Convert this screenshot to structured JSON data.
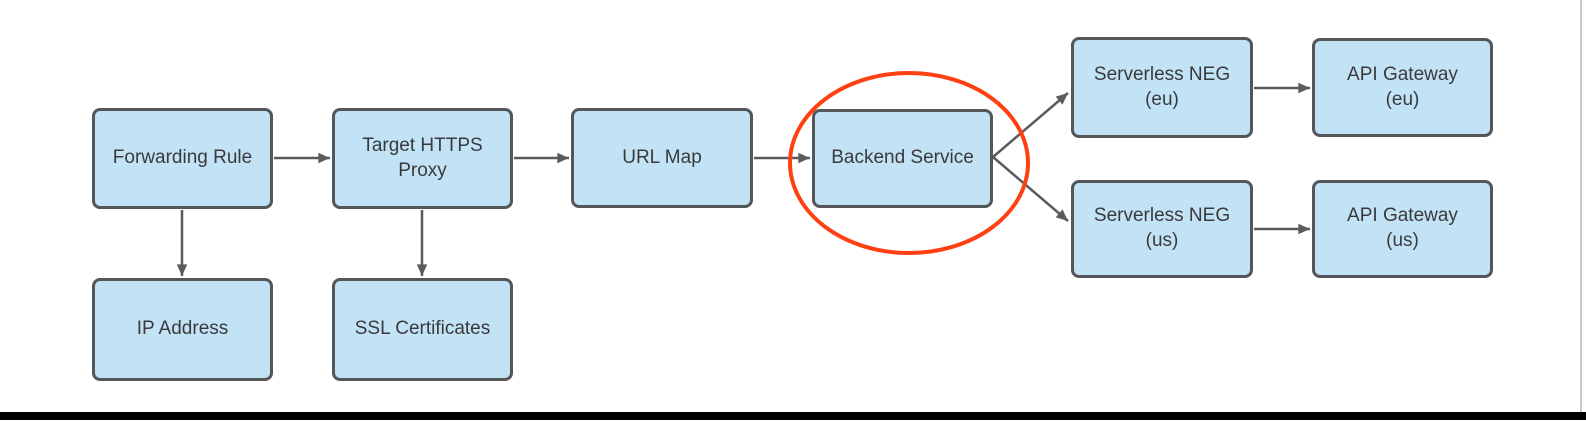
{
  "diagram": {
    "type": "flowchart",
    "colors": {
      "node_fill": "#C2E2F6",
      "node_border": "#55565A",
      "arrow": "#5A5B5D",
      "highlight_ellipse": "#FF4013",
      "text": "#3A3A3C",
      "bottom_bar": "#000000",
      "right_edge_line": "#C8C8C8"
    }
  },
  "nodes": {
    "forwarding_rule": {
      "label": "Forwarding Rule"
    },
    "target_https_proxy": {
      "label": "Target HTTPS\nProxy"
    },
    "url_map": {
      "label": "URL Map"
    },
    "backend_service": {
      "label": "Backend Service"
    },
    "serverless_neg_eu": {
      "label": "Serverless NEG\n(eu)"
    },
    "api_gateway_eu": {
      "label": "API Gateway\n(eu)"
    },
    "serverless_neg_us": {
      "label": "Serverless NEG\n(us)"
    },
    "api_gateway_us": {
      "label": "API Gateway\n(us)"
    },
    "ip_address": {
      "label": "IP Address"
    },
    "ssl_certificates": {
      "label": "SSL Certificates"
    }
  },
  "edges": [
    {
      "from": "forwarding_rule",
      "to": "target_https_proxy"
    },
    {
      "from": "target_https_proxy",
      "to": "url_map"
    },
    {
      "from": "url_map",
      "to": "backend_service"
    },
    {
      "from": "backend_service",
      "to": "serverless_neg_eu"
    },
    {
      "from": "backend_service",
      "to": "serverless_neg_us"
    },
    {
      "from": "serverless_neg_eu",
      "to": "api_gateway_eu"
    },
    {
      "from": "serverless_neg_us",
      "to": "api_gateway_us"
    },
    {
      "from": "forwarding_rule",
      "to": "ip_address"
    },
    {
      "from": "target_https_proxy",
      "to": "ssl_certificates"
    }
  ],
  "annotations": [
    {
      "type": "ellipse-highlight",
      "around": "backend_service",
      "color": "#FF4013"
    }
  ]
}
